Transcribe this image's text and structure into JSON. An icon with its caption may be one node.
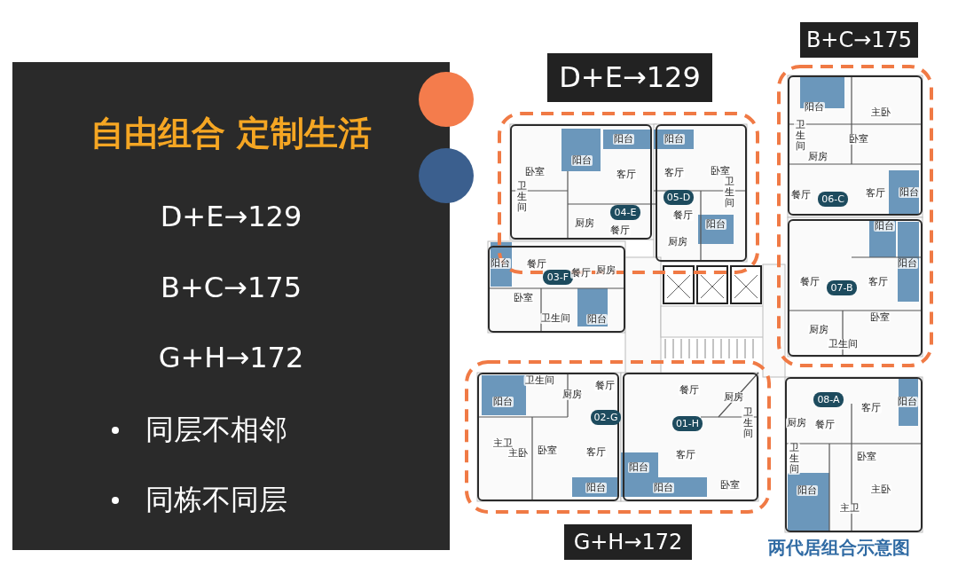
{
  "diagram": {
    "caption": "两代居组合示意图",
    "nodes": [
      {
        "text": [
          "自由组合 定制生活",
          "D+E→129",
          "B+C→175",
          "G+H→172",
          "同层不相邻",
          "同栋不同层"
        ]
      },
      {
        "text": [
          "D+E→129"
        ]
      },
      {
        "text": [
          "04-E"
        ],
        "in": 1
      },
      {
        "text": [
          "05-D"
        ],
        "in": 1
      },
      {
        "text": [
          "03-F"
        ]
      },
      {
        "text": [
          "B+C→175"
        ]
      },
      {
        "text": [
          "06-C"
        ],
        "in": 5
      },
      {
        "text": [
          "07-B"
        ],
        "in": 5
      },
      {
        "text": [
          "G+H→172"
        ]
      },
      {
        "text": [
          "02-G"
        ],
        "in": 8
      },
      {
        "text": [
          "01-H"
        ],
        "in": 8
      },
      {
        "text": [
          "08-A"
        ]
      }
    ],
    "edges": [],
    "labels": [
      "阳台",
      "阳台",
      "阳台",
      "卧室",
      "客厅",
      "客厅",
      "卧室",
      "卫生间",
      "卫生间",
      "厨房",
      "餐厅",
      "餐厅",
      "阳台",
      "厨房",
      "阳台",
      "餐厅",
      "餐厅",
      "厨房",
      "卧室",
      "卫生间",
      "阳台",
      "阳台",
      "主卧",
      "卫生间",
      "卧室",
      "厨房",
      "餐厅",
      "客厅",
      "阳台",
      "阳台",
      "阳台",
      "餐厅",
      "客厅",
      "卧室",
      "厨房",
      "卫生间",
      "卫生间",
      "阳台",
      "厨房",
      "餐厅",
      "主卫",
      "主卧",
      "卧室",
      "客厅",
      "阳台",
      "阳台",
      "阳台",
      "餐厅",
      "厨房",
      "卫生间",
      "客厅",
      "卧室",
      "阳台",
      "客厅",
      "厨房",
      "餐厅",
      "卫生间",
      "卧室",
      "阳台",
      "主卧",
      "主卫"
    ]
  }
}
